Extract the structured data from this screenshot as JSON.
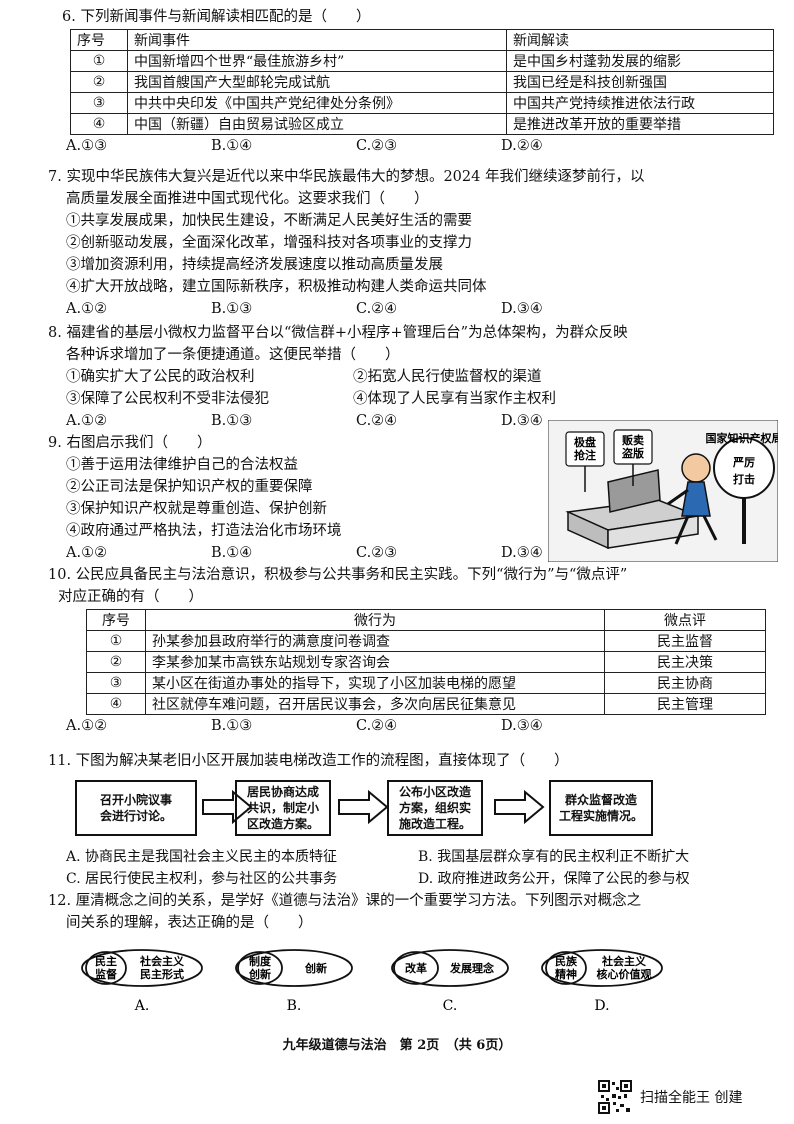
{
  "q6": {
    "stem": "6. 下列新闻事件与新闻解读相匹配的是（　　）",
    "headers": [
      "序号",
      "新闻事件",
      "新闻解读"
    ],
    "rows": [
      [
        "①",
        "中国新增四个世界“最佳旅游乡村”",
        "是中国乡村蓬勃发展的缩影"
      ],
      [
        "②",
        "我国首艘国产大型邮轮完成试航",
        "我国已经是科技创新强国"
      ],
      [
        "③",
        "中共中央印发《中国共产党纪律处分条例》",
        "中国共产党持续推进依法行政"
      ],
      [
        "④",
        "中国（新疆）自由贸易试验区成立",
        "是推进改革开放的重要举措"
      ]
    ],
    "options": [
      "A.①③",
      "B.①④",
      "C.②③",
      "D.②④"
    ]
  },
  "q7": {
    "stem1": "7. 实现中华民族伟大复兴是近代以来中华民族最伟大的梦想。2024 年我们继续逐梦前行，以",
    "stem2": "高质量发展全面推进中国式现代化。这要求我们（　　）",
    "items": [
      "①共享发展成果，加快民生建设，不断满足人民美好生活的需要",
      "②创新驱动发展，全面深化改革，增强科技对各项事业的支撑力",
      "③增加资源利用，持续提高经济发展速度以推动高质量发展",
      "④扩大开放战略，建立国际新秩序，积极推动构建人类命运共同体"
    ],
    "options": [
      "A.①②",
      "B.①③",
      "C.②④",
      "D.③④"
    ]
  },
  "q8": {
    "stem1": "8. 福建省的基层小微权力监督平台以“微信群+小程序+管理后台”为总体架构，为群众反映",
    "stem2": "各种诉求增加了一条便捷通道。这便民举措（　　）",
    "items": [
      "①确实扩大了公民的政治权利",
      "②拓宽人民行使监督权的渠道",
      "③保障了公民权利不受非法侵犯",
      "④体现了人民享有当家作主权利"
    ],
    "options": [
      "A.①②",
      "B.①③",
      "C.②④",
      "D.③④"
    ]
  },
  "q9": {
    "stem": "9. 右图启示我们（　　）",
    "items": [
      "①善于运用法律维护自己的合法权益",
      "②公正司法是保护知识产权的重要保障",
      "③保护知识产权就是尊重创造、保护创新",
      "④政府通过严格执法，打造法治化市场环境"
    ],
    "options": [
      "A.①②",
      "B.①④",
      "C.②③",
      "D.③④"
    ],
    "cartoon": {
      "sign1": "极盘抢注",
      "sign2": "贩卖盗版",
      "agency": "国家知识产权局",
      "action1": "严厉",
      "action2": "打击"
    }
  },
  "q10": {
    "stem1": "10. 公民应具备民主与法治意识，积极参与公共事务和民主实践。下列“微行为”与“微点评”",
    "stem2": "对应正确的有（　　）",
    "headers": [
      "序号",
      "微行为",
      "微点评"
    ],
    "rows": [
      [
        "①",
        "孙某参加县政府举行的满意度问卷调查",
        "民主监督"
      ],
      [
        "②",
        "李某参加某市高铁东站规划专家咨询会",
        "民主决策"
      ],
      [
        "③",
        "某小区在街道办事处的指导下，实现了小区加装电梯的愿望",
        "民主协商"
      ],
      [
        "④",
        "社区就停车难问题，召开居民议事会，多次向居民征集意见",
        "民主管理"
      ]
    ],
    "options": [
      "A.①②",
      "B.①③",
      "C.②④",
      "D.③④"
    ]
  },
  "q11": {
    "stem": "11. 下图为解决某老旧小区开展加装电梯改造工作的流程图，直接体现了（　　）",
    "steps": [
      [
        "召开小院议事",
        "会进行讨论。"
      ],
      [
        "居民协商达成",
        "共识，制定小",
        "区改造方案。"
      ],
      [
        "公布小区改造",
        "方案，组织实",
        "施改造工程。"
      ],
      [
        "群众监督改造",
        "工程实施情况。"
      ]
    ],
    "options": [
      "A. 协商民主是我国社会主义民主的本质特征",
      "B. 我国基层群众享有的民主权利正不断扩大",
      "C. 居民行使民主权利，参与社区的公共事务",
      "D. 政府推进政务公开，保障了公民的参与权"
    ]
  },
  "q12": {
    "stem1": "12. 厘清概念之间的关系，是学好《道德与法治》课的一个重要学习方法。下列图示对概念之",
    "stem2": "间关系的理解，表达正确的是（　　）",
    "diagrams": [
      {
        "inner": [
          "民主",
          "监督"
        ],
        "outer": [
          "社会主义",
          "民主形式"
        ],
        "label": "A."
      },
      {
        "inner": [
          "制度",
          "创新"
        ],
        "outer": [
          "创新"
        ],
        "label": "B."
      },
      {
        "inner": [
          "改革"
        ],
        "outer": [
          "发展理念"
        ],
        "label": "C."
      },
      {
        "inner": [
          "民族",
          "精神"
        ],
        "outer": [
          "社会主义",
          "核心价值观"
        ],
        "label": "D."
      }
    ]
  },
  "footer": "九年级道德与法治　第 2页　（共 6页）",
  "scanner": "扫描全能王 创建"
}
